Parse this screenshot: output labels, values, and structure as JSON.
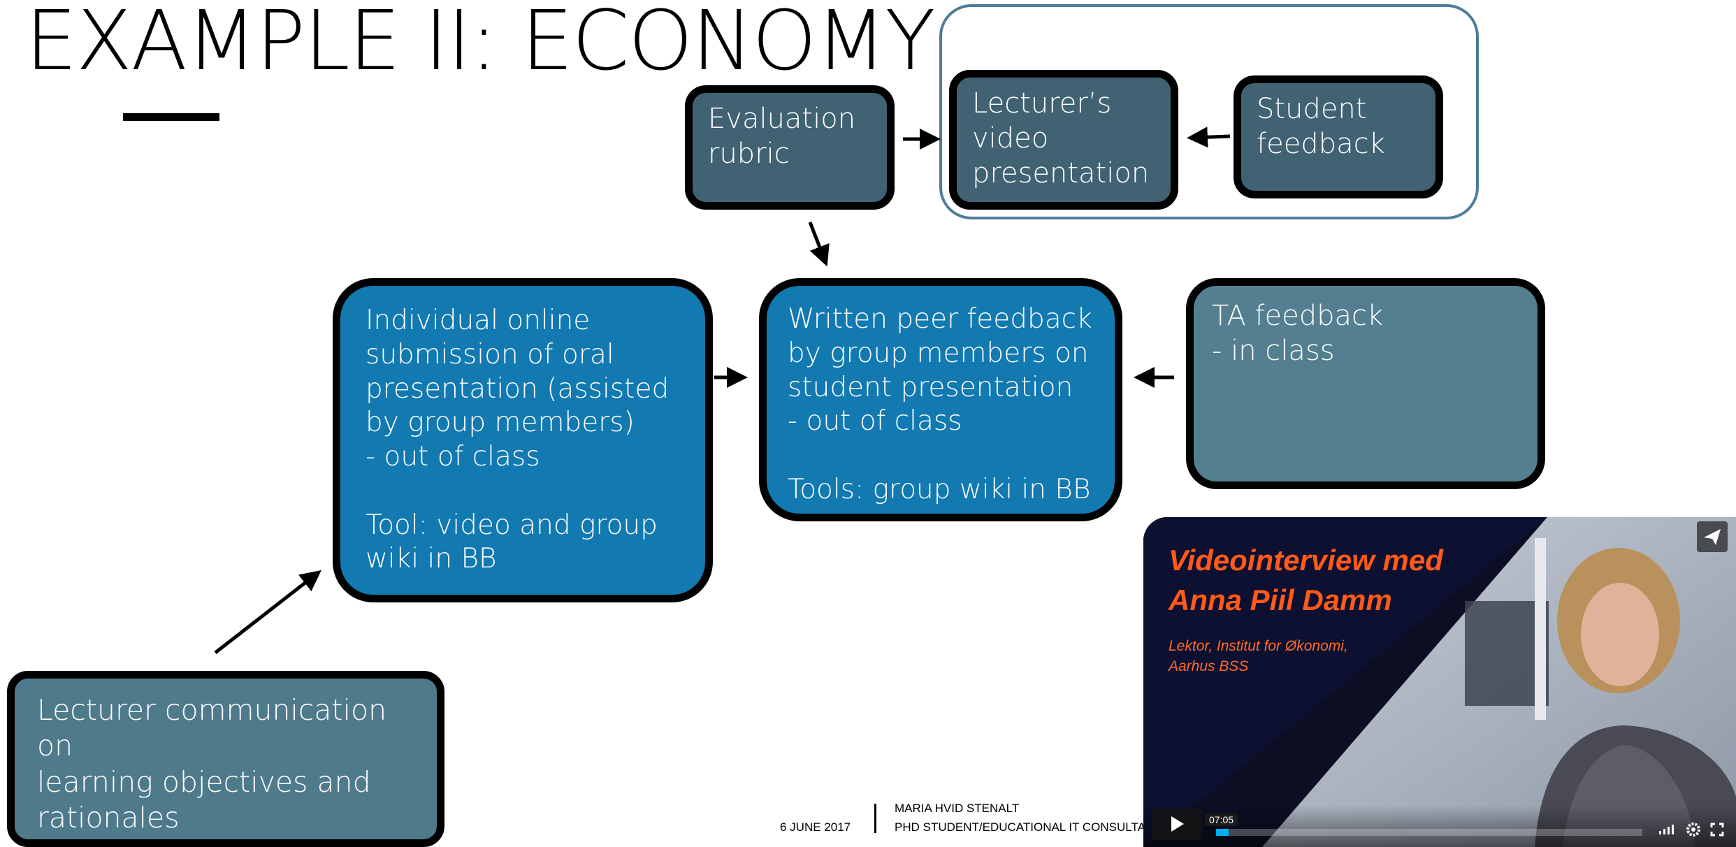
{
  "slide": {
    "title": "EXAMPLE II: ECONOMY"
  },
  "nodes": {
    "evaluation_rubric": "Evaluation\nrubric",
    "lecturer_video": "Lecturer’s\nvideo\npresentation",
    "student_feedback": "Student\nfeedback",
    "individual_submission": "Individual online\nsubmission of oral\npresentation (assisted\nby group members)\n- out of class\n\nTool: video and group\nwiki in BB",
    "written_peer_feedback": "Written peer feedback\nby group members on\nstudent presentation\n- out of class\n\nTools: group wiki in BB",
    "ta_feedback": "TA feedback\n- in class",
    "lecturer_communication": "Lecturer communication on\nlearning objectives and\nrationales"
  },
  "footer": {
    "date": "6 JUNE 2017",
    "name": "MARIA HVID STENALT",
    "role": "PHD STUDENT/EDUCATIONAL IT CONSULTA"
  },
  "video": {
    "title": "Videointerview med\nAnna Piil Damm",
    "subtitle": "Lektor, Institut for Økonomi,\nAarhus BSS",
    "time": "07:05",
    "progress_fraction": 0.03,
    "icons": [
      "share-icon",
      "play-icon",
      "volume-icon",
      "settings-icon",
      "fullscreen-icon"
    ]
  },
  "colors": {
    "dark_box": "#406272",
    "blue_box": "#1279b1",
    "slate_box": "#537f90",
    "group_frame": "#4e7d99",
    "video_title": "#ff5a1a",
    "video_progress": "#00adef"
  }
}
